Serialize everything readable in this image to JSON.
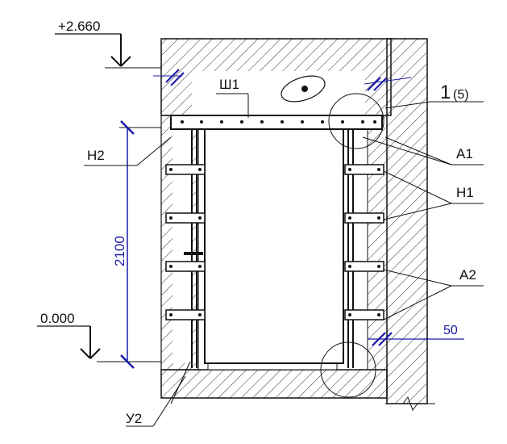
{
  "labels": {
    "elevation_top": "+2.660",
    "elevation_zero": "0.000",
    "height_dim": "2100",
    "wall_offset_dim": "50",
    "callout_sh1": "Ш1",
    "callout_h2": "Н2",
    "callout_h1": "Н1",
    "callout_a1": "А1",
    "callout_a2": "А2",
    "callout_u2": "У2",
    "callout_node": "1",
    "callout_node_sub": "(5)"
  },
  "colors": {
    "line": "#111111",
    "dimension": "#1a1aa8",
    "hatch": "#333333"
  }
}
